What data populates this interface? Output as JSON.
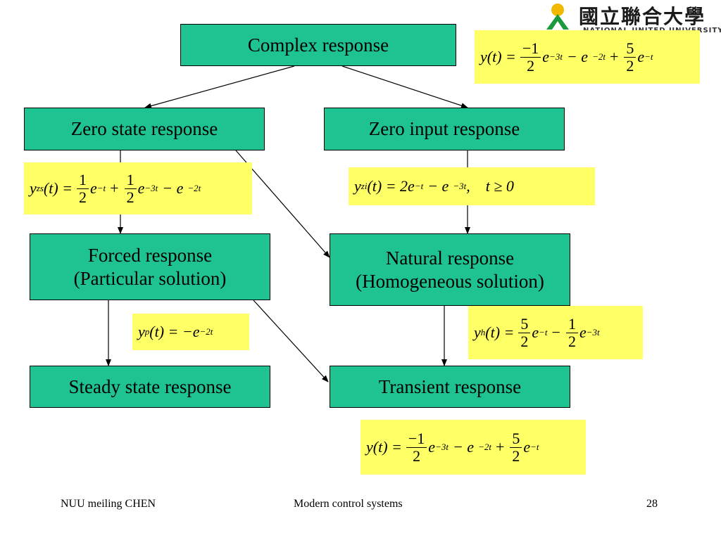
{
  "boxes": {
    "complex": "Complex response",
    "zero_state": "Zero state response",
    "zero_input": "Zero input response",
    "forced_line1": "Forced response",
    "forced_line2": "(Particular solution)",
    "natural_line1": "Natural response",
    "natural_line2": "(Homogeneous solution)",
    "steady": "Steady state response",
    "transient": "Transient response"
  },
  "equations": {
    "complex_y": {
      "lhs": "y(t) =",
      "f1_num": "−1",
      "f1_den": "2",
      "t1": "e",
      "t1_exp": "−3t",
      "t2": "− e",
      "t2_exp": "−2t",
      "f3_num": "5",
      "f3_den": "2",
      "t3": "e",
      "t3_exp": "−t"
    },
    "yzs": {
      "lhs_var": "y",
      "lhs_sub": "zs",
      "lhs_rest": "(t) =",
      "f1_num": "1",
      "f1_den": "2",
      "t1": "e",
      "t1_exp": "−t",
      "f2_num": "1",
      "f2_den": "2",
      "t2": "e",
      "t2_exp": "−3t",
      "t3": "− e",
      "t3_exp": "−2t"
    },
    "yzi": {
      "lhs_var": "y",
      "lhs_sub": "zi",
      "lhs_rest": "(t) = 2e",
      "t1_exp": "−t",
      "t2": "− e",
      "t2_exp": "−3t",
      "cond": ",    t ≥ 0"
    },
    "yp": {
      "lhs_var": "y",
      "lhs_sub": "p",
      "lhs_rest": "(t) = −e",
      "t1_exp": "−2t"
    },
    "yh": {
      "lhs_var": "y",
      "lhs_sub": "h",
      "lhs_rest": "(t) =",
      "f1_num": "5",
      "f1_den": "2",
      "t1": "e",
      "t1_exp": "−t",
      "f2_num": "1",
      "f2_den": "2",
      "t2": "e",
      "t2_exp": "−3t"
    },
    "transient_y": {
      "lhs": "y(t) =",
      "f1_num": "−1",
      "f1_den": "2",
      "t1": "e",
      "t1_exp": "−3t",
      "t2": "− e",
      "t2_exp": "−2t",
      "f3_num": "5",
      "f3_den": "2",
      "t3": "e",
      "t3_exp": "−t"
    }
  },
  "logo": {
    "chinese": "國立聯合大學",
    "english": "NATIONAL UNITED UNIVERSITY"
  },
  "footer": {
    "left": "NUU meiling CHEN",
    "center": "Modern control systems",
    "page": "28"
  },
  "colors": {
    "box_fill": "#1ec391",
    "equation_fill": "#ffff66",
    "background": "#ffffff"
  }
}
